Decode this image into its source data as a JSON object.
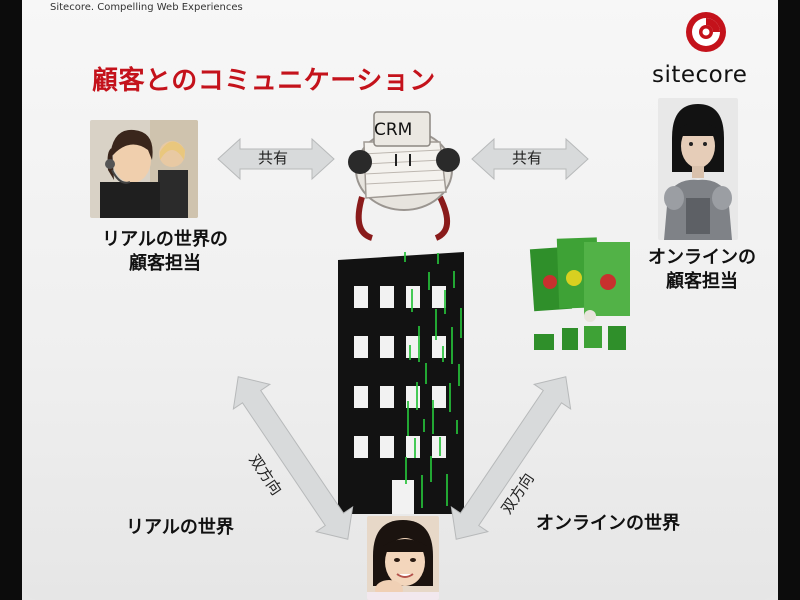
{
  "header": {
    "text": "Sitecore. Compelling Web Experiences"
  },
  "title": "顧客とのコミュニケーション",
  "logo": {
    "text": "sitecore"
  },
  "crm_label": "CRM",
  "share_left": "共有",
  "share_right": "共有",
  "labels": {
    "real_agent": [
      "リアルの世界の",
      "顧客担当"
    ],
    "online_agent": [
      "オンラインの",
      "顧客担当"
    ],
    "real_world": "リアルの世界",
    "online_world": "オンラインの世界"
  },
  "bidir_left": "双方向",
  "bidir_right": "双方向",
  "colors": {
    "title": "#c4121b",
    "arrow": "#d8dadb",
    "building": "#121212",
    "matrix": "#26c23a"
  }
}
